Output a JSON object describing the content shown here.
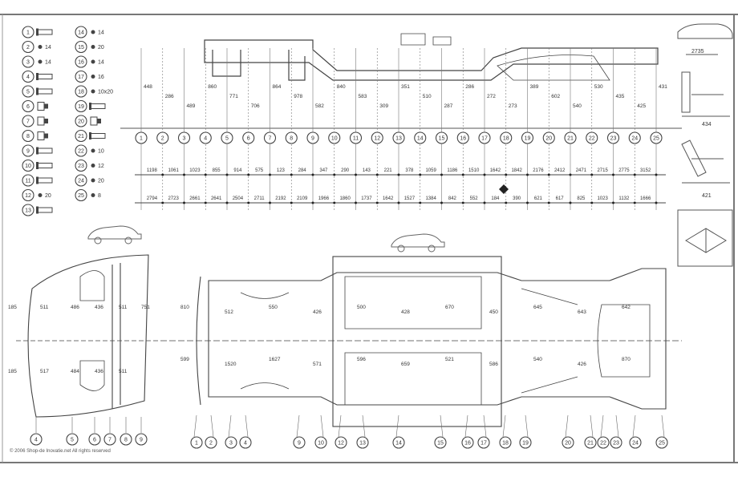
{
  "stations": [
    "1",
    "2",
    "3",
    "4",
    "5",
    "6",
    "7",
    "8",
    "9",
    "10",
    "11",
    "12",
    "13",
    "14",
    "15",
    "16",
    "17",
    "18",
    "19",
    "20",
    "21",
    "22",
    "23",
    "24",
    "25"
  ],
  "profile_heights": [
    "448",
    "286",
    "489",
    "860",
    "771",
    "706",
    "864",
    "978",
    "582",
    "840",
    "583",
    "309",
    "351",
    "510",
    "287",
    "286",
    "272",
    "273",
    "389",
    "602",
    "540",
    "530",
    "435",
    "425",
    "431"
  ],
  "row_upper": [
    "1198",
    "1061",
    "1023",
    "855",
    "914",
    "575",
    "123",
    "284",
    "347",
    "290",
    "143",
    "221",
    "378",
    "1059",
    "1186",
    "1510",
    "1642",
    "1842",
    "2176",
    "2412",
    "2471",
    "2715",
    "2775",
    "3152"
  ],
  "row_lower": [
    "2794",
    "2723",
    "2661",
    "2641",
    "2504",
    "2711",
    "2192",
    "2109",
    "1966",
    "1860",
    "1737",
    "1642",
    "1527",
    "1384",
    "842",
    "552",
    "184",
    "390",
    "621",
    "617",
    "825",
    "1023",
    "1132",
    "1666"
  ],
  "legend": {
    "left": [
      {
        "n": "1",
        "icon": "bolt",
        "label": ""
      },
      {
        "n": "2",
        "icon": "hole",
        "label": "14"
      },
      {
        "n": "3",
        "icon": "hole",
        "label": "14"
      },
      {
        "n": "4",
        "icon": "bolt",
        "label": ""
      },
      {
        "n": "5",
        "icon": "bolt",
        "label": ""
      },
      {
        "n": "6",
        "icon": "nut",
        "label": ""
      },
      {
        "n": "7",
        "icon": "nut",
        "label": ""
      },
      {
        "n": "8",
        "icon": "nut",
        "label": ""
      },
      {
        "n": "9",
        "icon": "bolt",
        "label": ""
      },
      {
        "n": "10",
        "icon": "bolt",
        "label": ""
      },
      {
        "n": "11",
        "icon": "bolt",
        "label": ""
      },
      {
        "n": "12",
        "icon": "hole",
        "label": "20"
      },
      {
        "n": "13",
        "icon": "bolt",
        "label": ""
      }
    ],
    "right": [
      {
        "n": "14",
        "icon": "hole",
        "label": "14"
      },
      {
        "n": "15",
        "icon": "hole",
        "label": "20"
      },
      {
        "n": "16",
        "icon": "hole",
        "label": "14"
      },
      {
        "n": "17",
        "icon": "hole",
        "label": "16"
      },
      {
        "n": "18",
        "icon": "hole",
        "label": "10x20"
      },
      {
        "n": "19",
        "icon": "bolt",
        "label": ""
      },
      {
        "n": "20",
        "icon": "nut",
        "label": ""
      },
      {
        "n": "21",
        "icon": "bolt",
        "label": ""
      },
      {
        "n": "22",
        "icon": "hole",
        "label": "10"
      },
      {
        "n": "23",
        "icon": "hole",
        "label": "12"
      },
      {
        "n": "24",
        "icon": "hole",
        "label": "20"
      },
      {
        "n": "25",
        "icon": "hole",
        "label": "8"
      }
    ]
  },
  "side_panel": {
    "width_label": "2735",
    "upper_value": "434",
    "lower_value": "421"
  },
  "plan_labels": [
    "810",
    "512",
    "550",
    "426",
    "500",
    "428",
    "670",
    "450",
    "645",
    "643",
    "642",
    "599",
    "1520",
    "1627",
    "571",
    "596",
    "659",
    "521",
    "586",
    "540",
    "426",
    "870"
  ],
  "front_labels": [
    "185",
    "511",
    "486",
    "436",
    "511",
    "751",
    "185",
    "517",
    "484",
    "436",
    "511"
  ],
  "bottom_callouts": [
    "1",
    "2",
    "3",
    "4",
    "9",
    "10",
    "12",
    "13",
    "14",
    "15",
    "16",
    "17",
    "18",
    "19",
    "20",
    "21",
    "22",
    "23",
    "24",
    "25"
  ],
  "front_callouts": [
    "4",
    "5",
    "6",
    "7",
    "8",
    "9"
  ],
  "copyright": "© 2006 Shop-de Inovatie.net  All rights reserved",
  "colors": {
    "line": "#444444",
    "frame": "#666666",
    "paper": "#ffffff"
  }
}
